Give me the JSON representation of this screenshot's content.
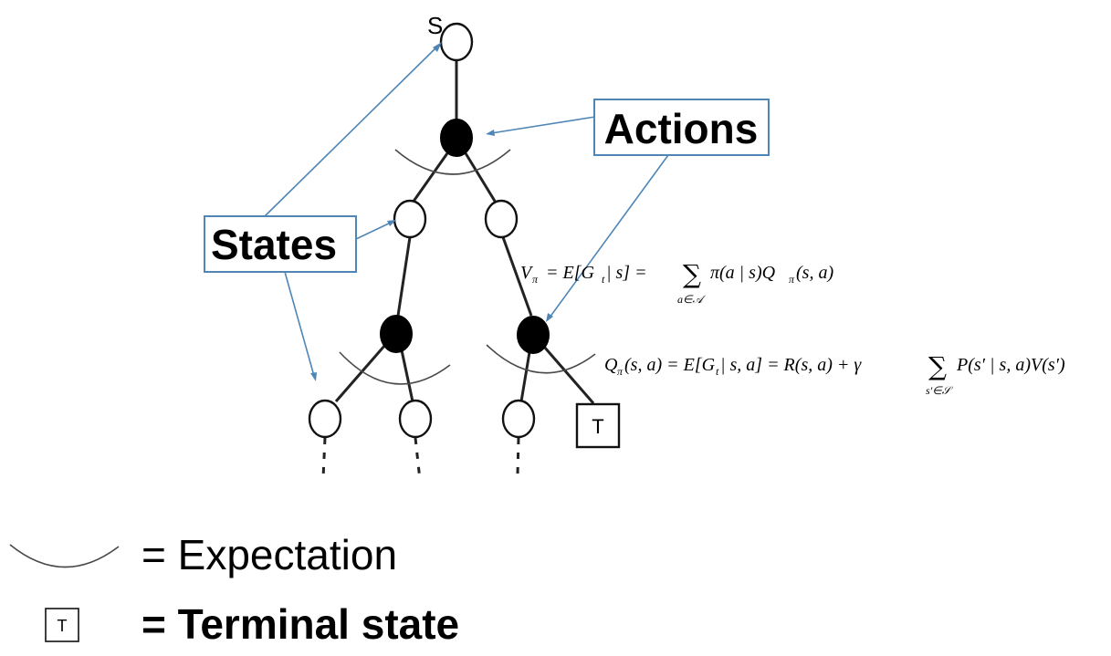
{
  "diagram": {
    "root_label": "S",
    "callouts": {
      "actions": "Actions",
      "states": "States"
    },
    "terminal_label": "T",
    "equations": {
      "v": {
        "lhs": "V",
        "lhs_sub": "π",
        "mid": "= E[G",
        "mid_sub": "t",
        "mid2": " | s] =",
        "sum_under": "a∈𝒜",
        "rhs": "π(a | s)Q",
        "rhs_sub": "π",
        "rhs2": "(s, a)"
      },
      "q": {
        "lhs": "Q",
        "lhs_sub": "π",
        "mid": "(s, a) = E[G",
        "mid_sub": "t",
        "mid2": " | s, a] = R(s, a) + γ",
        "sum_under": "s′∈𝒮",
        "rhs": "P(s′ | s, a)V(s′)"
      }
    },
    "legend": {
      "expectation": "= Expectation",
      "terminal_box": "T",
      "terminal": "= Terminal state"
    }
  }
}
